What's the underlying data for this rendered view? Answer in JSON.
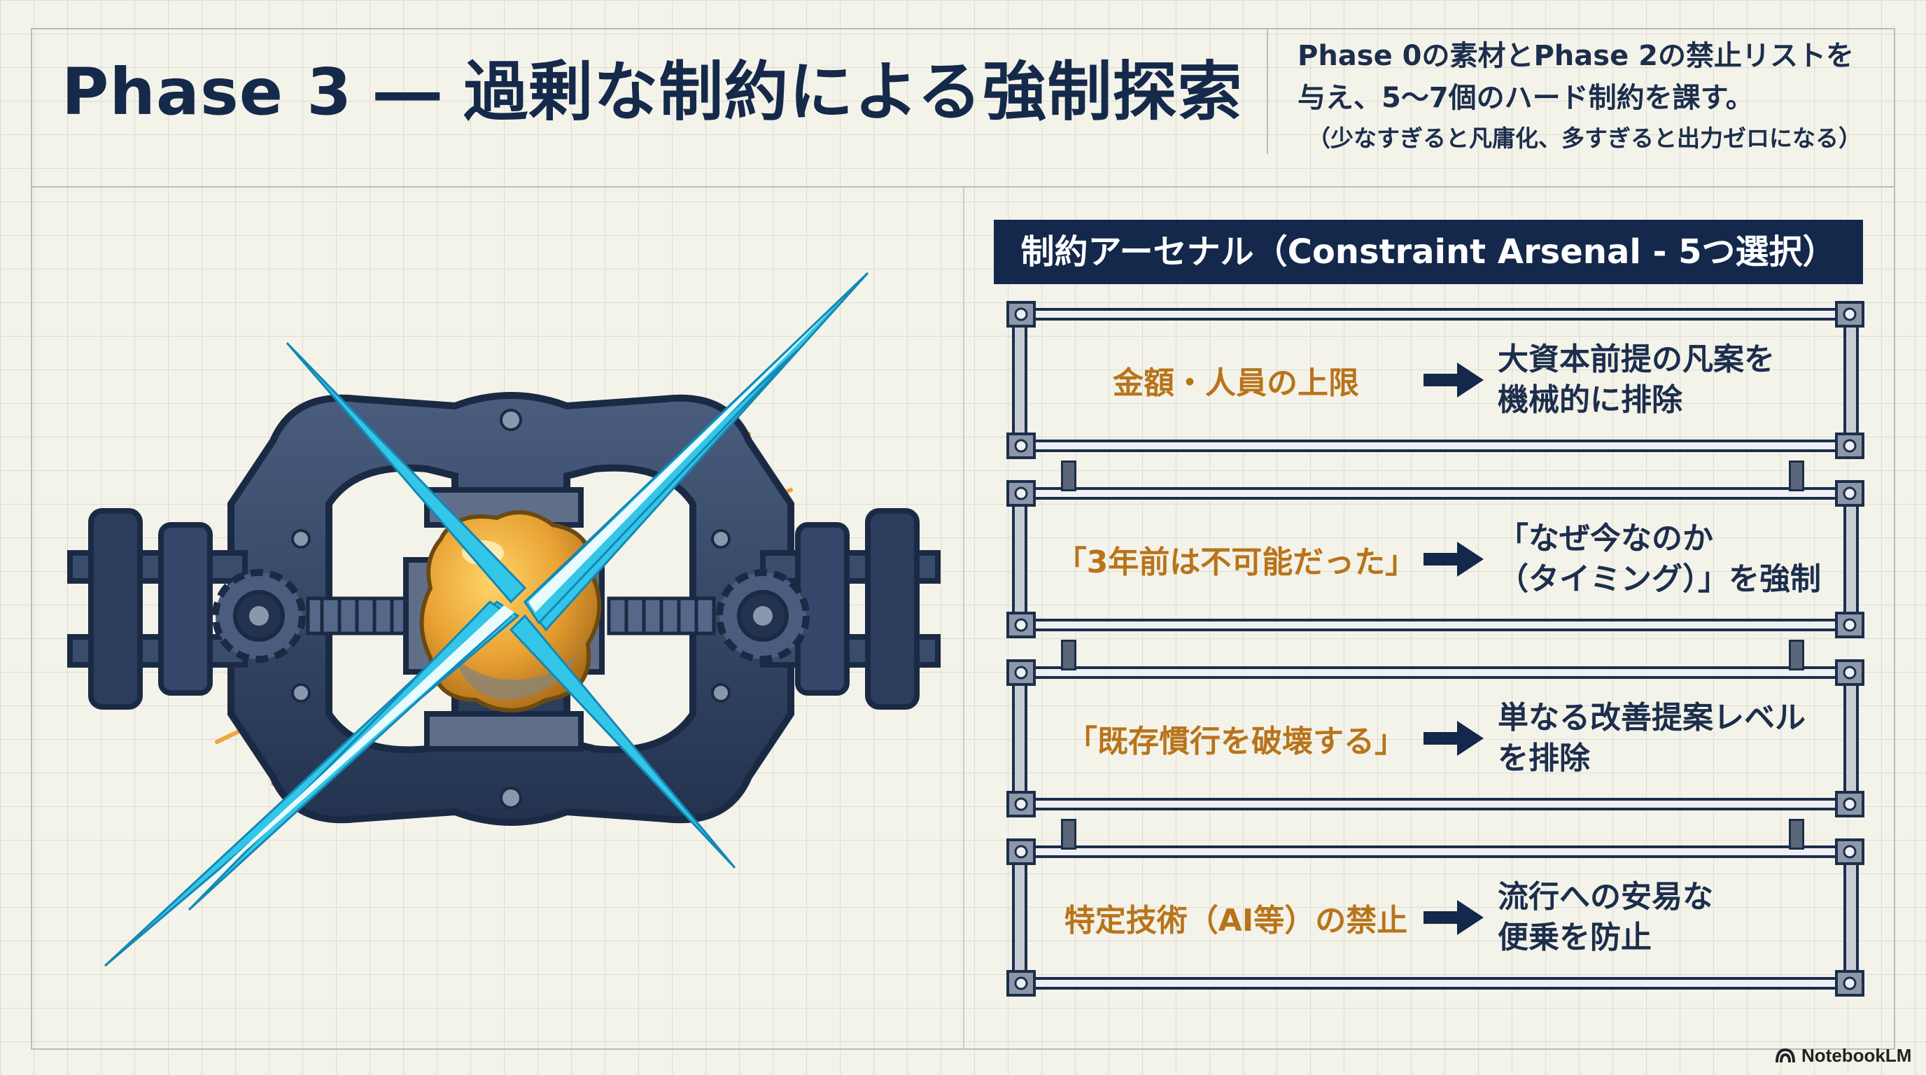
{
  "header": {
    "title": "Phase 3 ― 過剰な制約による強制探索",
    "subtitle_line1": "Phase 0の素材とPhase 2の禁止リストを",
    "subtitle_line2": "与え、5〜7個のハード制約を課す。",
    "subtitle_note": "（少なすぎると凡庸化、多すぎると出力ゼロになる）"
  },
  "panel": {
    "title": "制約アーセナル（Constraint Arsenal - 5つ選択）",
    "constraints": [
      {
        "label": "金額・人員の上限",
        "effect": "大資本前提の凡案を\n機械的に排除"
      },
      {
        "label": "「3年前は不可能だった」",
        "effect": "「なぜ今なのか\n（タイミング）」を強制"
      },
      {
        "label": "「既存慣行を破壊する」",
        "effect": "単なる改善提案レベル\nを排除"
      },
      {
        "label": "特定技術（AI等）の禁止",
        "effect": "流行への安易な\n便乗を防止"
      }
    ]
  },
  "illustration": {
    "icon": "vise-clamp-crushing-ore-icon"
  },
  "colors": {
    "navy": "#13284a",
    "amber": "#b8741a",
    "cyan": "#33c6e8",
    "ore": "#e9a233",
    "grid_bg": "#f4f3ea"
  },
  "watermark": {
    "label": "NotebookLM",
    "icon": "notebooklm-logo-icon"
  }
}
